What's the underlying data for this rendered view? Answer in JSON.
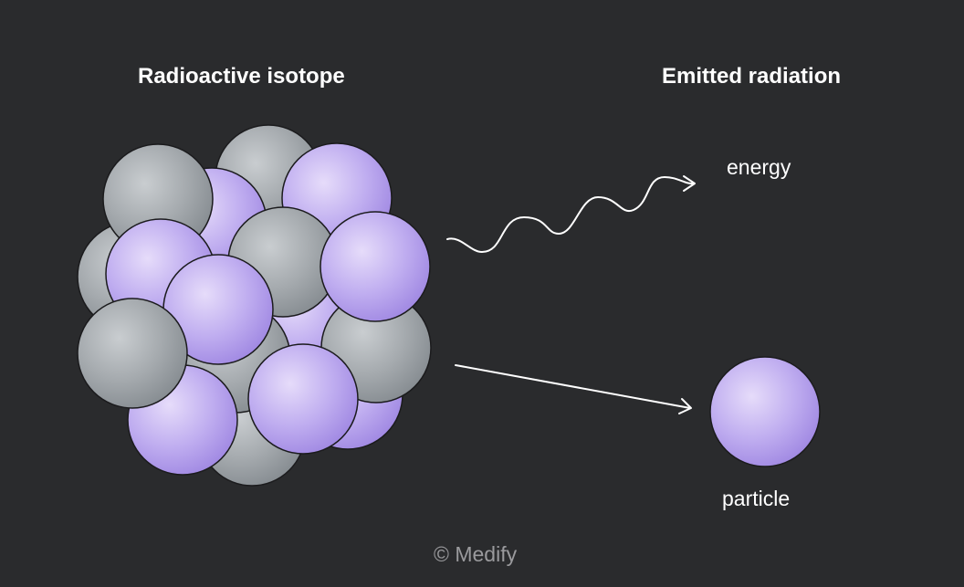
{
  "headings": {
    "isotope": "Radioactive isotope",
    "radiation": "Emitted radiation"
  },
  "labels": {
    "energy": "energy",
    "particle": "particle"
  },
  "footer": {
    "copyright": "© Medify"
  },
  "colors": {
    "background": "#2a2b2d",
    "purple_ball": "#b6a2ea",
    "gray_ball": "#9da3a8",
    "arrow": "#ffffff"
  }
}
